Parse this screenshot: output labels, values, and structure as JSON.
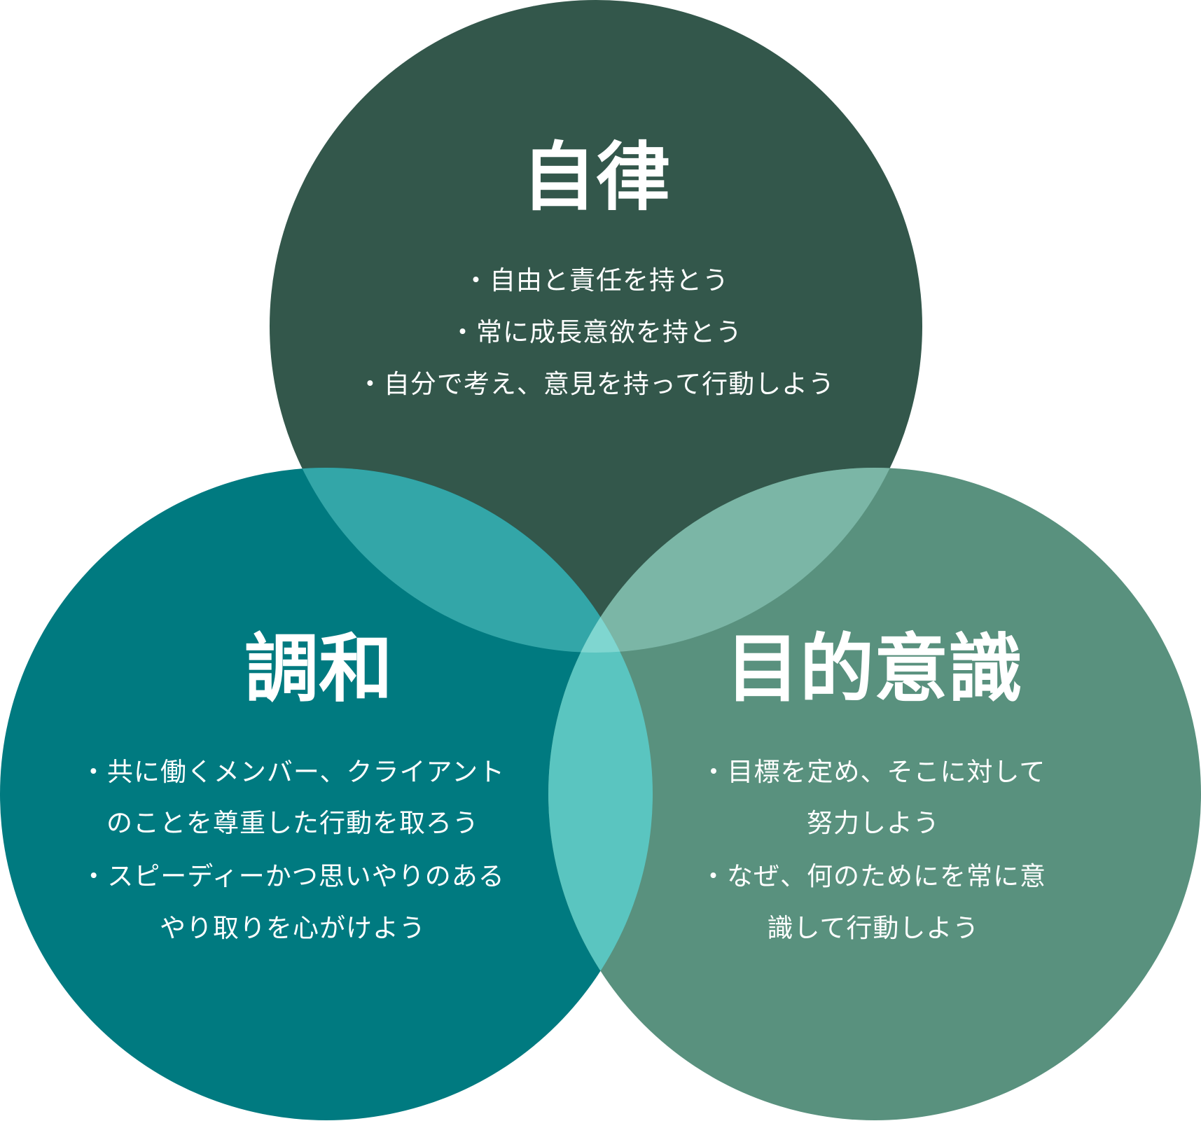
{
  "diagram": {
    "circles": [
      {
        "id": "jiritsu",
        "title": "自律",
        "color": "#33574b",
        "lines": [
          "・自由と責任を持とう",
          "・常に成長意欲を持とう",
          "・自分で考え、意見を持って行動しよう"
        ]
      },
      {
        "id": "chouwa",
        "title": "調和",
        "color": "#007a80",
        "lines": [
          "・共に働くメンバー、クライアント",
          "のことを尊重した行動を取ろう",
          "・スピーディーかつ思いやりのある",
          "やり取りを心がけよう"
        ]
      },
      {
        "id": "mokuteki",
        "title": "目的意識",
        "color": "#59917e",
        "lines": [
          "・目標を定め、そこに対して",
          "努力しよう",
          "・なぜ、何のためにを常に意",
          "識して行動しよう"
        ]
      }
    ],
    "overlap_colors": {
      "top_left": "#33a6a8",
      "top_right": "#7bb6a6",
      "bottom": "#5ac5c0",
      "center": "#7fd6d0"
    }
  }
}
